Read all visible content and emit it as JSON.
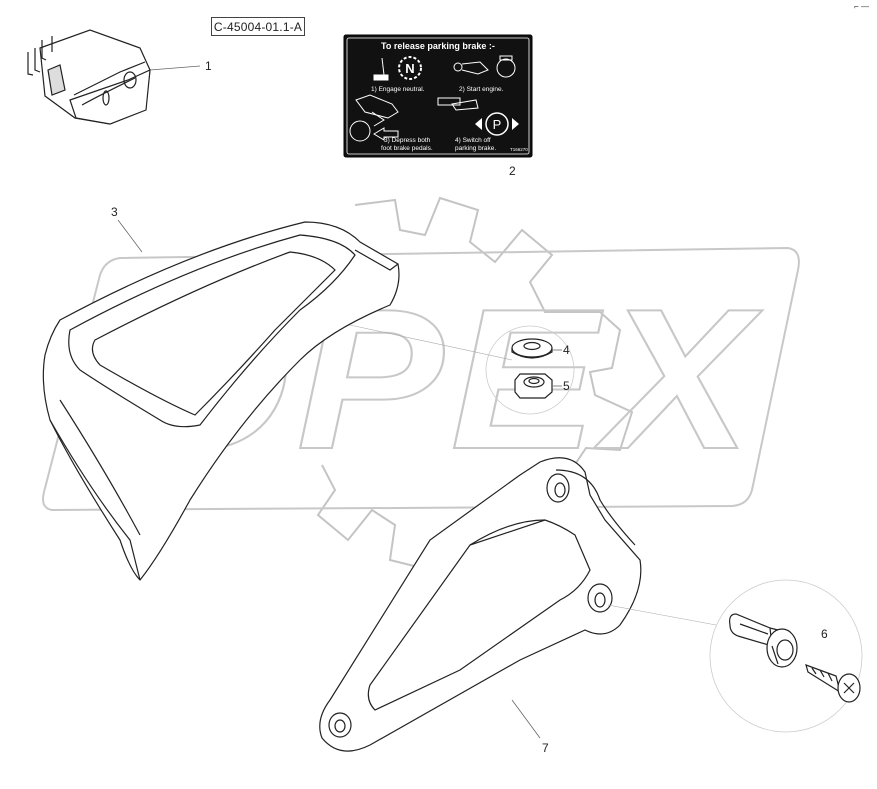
{
  "diagram": {
    "code": "C-45004-01.1-A",
    "corner_mark": "⌐ ―"
  },
  "watermark": {
    "text": "OPEX"
  },
  "decal": {
    "title": "To release parking brake :-",
    "steps": [
      "1) Engage neutral.",
      "2) Start engine.",
      "3) Depress both",
      "foot brake pedals.",
      "4) Switch off",
      "parking brake."
    ],
    "symbol_n": "N",
    "symbol_p": "P",
    "part_code": "T166270"
  },
  "callouts": [
    "1",
    "2",
    "3",
    "4",
    "5",
    "6",
    "7"
  ],
  "icons": {
    "rocker_switch": "rocker-switch-icon",
    "gear_neutral": "neutral-gear-icon",
    "engine_start": "engine-start-icon",
    "brake_pedals": "brake-pedals-icon",
    "parking_brake": "parking-brake-icon"
  },
  "colors": {
    "line": "#222222",
    "watermark": "#c8c8c8",
    "decal_bg": "#111111",
    "decal_fg": "#ffffff"
  }
}
